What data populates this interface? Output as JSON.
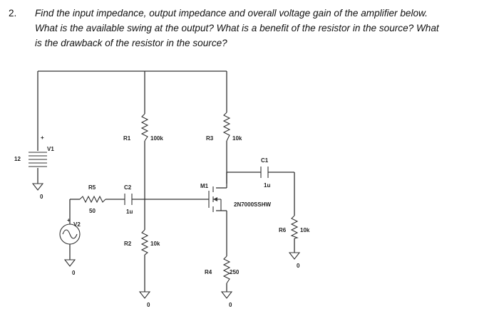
{
  "question": {
    "number": "2.",
    "lines": [
      "Find the input impedance, output impedance and overall voltage gain of the amplifier below.",
      "What is the available swing at the output? What is a benefit of the resistor in the source? What",
      "is the drawback of the resistor in the source?"
    ]
  },
  "schematic": {
    "components": {
      "R1": {
        "label": "R1",
        "value": "100k"
      },
      "R2": {
        "label": "R2",
        "value": "10k"
      },
      "R3": {
        "label": "R3",
        "value": "10k"
      },
      "R4": {
        "label": "R4",
        "value": "250"
      },
      "R5": {
        "label": "R5",
        "value": "50"
      },
      "R6": {
        "label": "R6",
        "value": "10k"
      },
      "C1": {
        "label": "C1",
        "value": "1u"
      },
      "C2": {
        "label": "C2",
        "value": "1u"
      },
      "V1": {
        "label": "V1",
        "value": "12"
      },
      "V2": {
        "label": "V2"
      },
      "M1": {
        "label": "M1",
        "value": "2N7000SSHW"
      }
    },
    "ground_label": "0",
    "plus_marker": "+"
  }
}
